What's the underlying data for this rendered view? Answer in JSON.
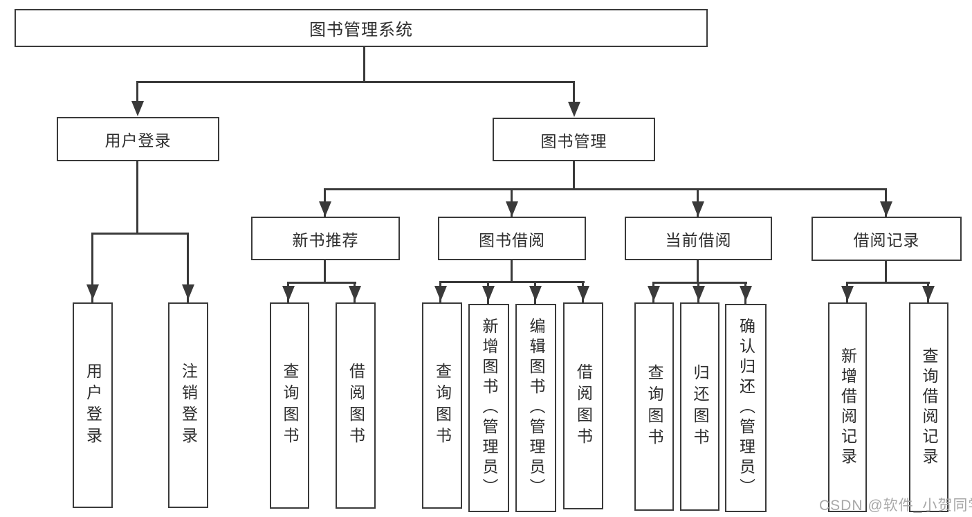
{
  "diagram": {
    "title": "图书管理系统",
    "tree": {
      "label": "图书管理系统",
      "children": [
        {
          "label": "用户登录",
          "children": [
            {
              "label": "用户登录"
            },
            {
              "label": "注销登录"
            }
          ]
        },
        {
          "label": "图书管理",
          "children": [
            {
              "label": "新书推荐",
              "children": [
                {
                  "label": "查询图书"
                },
                {
                  "label": "借阅图书"
                }
              ]
            },
            {
              "label": "图书借阅",
              "children": [
                {
                  "label": "查询图书"
                },
                {
                  "label": "新增图书（管理员）"
                },
                {
                  "label": "编辑图书（管理员）"
                },
                {
                  "label": "借阅图书"
                }
              ]
            },
            {
              "label": "当前借阅",
              "children": [
                {
                  "label": "查询图书"
                },
                {
                  "label": "归还图书"
                },
                {
                  "label": "确认归还（管理员）"
                }
              ]
            },
            {
              "label": "借阅记录",
              "children": [
                {
                  "label": "新增借阅记录"
                },
                {
                  "label": "查询借阅记录"
                }
              ]
            }
          ]
        }
      ]
    },
    "colors": {
      "line": "#3a3a3a",
      "box_border": "#3a3a3a",
      "text": "#2d2d2d",
      "background": "#ffffff",
      "watermark": "#a8a8a8"
    }
  },
  "watermark": {
    "text": "CSDN @软件_小贺同学"
  }
}
